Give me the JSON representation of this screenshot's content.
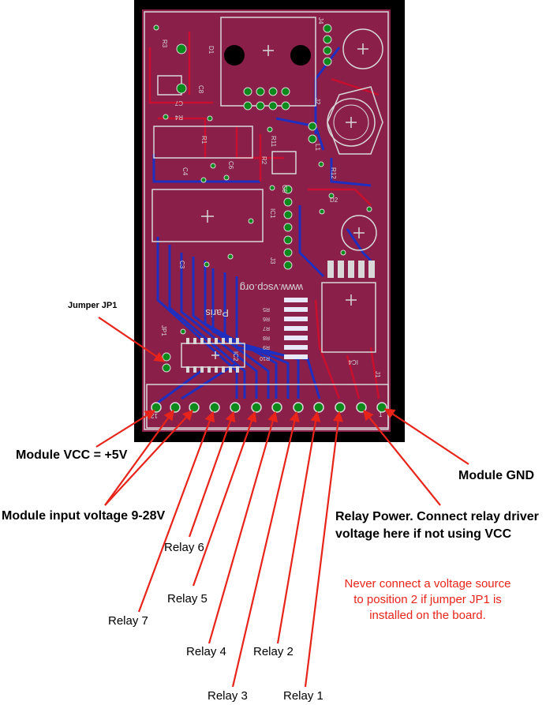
{
  "board": {
    "colors": {
      "background": "#000000",
      "copper": "#8a1f4a",
      "trace_red": "#c8102e",
      "trace_blue": "#1f2fbf",
      "silk": "#d8d8d8",
      "via": "#0c8a1c",
      "annotation": "#e8241a"
    },
    "silkscreen": {
      "url": "www.vscp.org",
      "paris": "Paris",
      "refs": [
        "D1",
        "R3",
        "C7",
        "C8",
        "R4",
        "R1",
        "R11",
        "C4",
        "C6",
        "R2",
        "L1",
        "R12",
        "J2",
        "J4",
        "IC1",
        "J3",
        "C3",
        "C5",
        "D2",
        "IC2",
        "IC4",
        "JP1",
        "J1",
        "R5",
        "R6",
        "R7",
        "R8",
        "R9",
        "R10"
      ],
      "pin_labels": [
        "12",
        "1"
      ]
    }
  },
  "labels": {
    "jumper": "Jumper JP1",
    "vcc": "Module VCC = +5V",
    "input": "Module input voltage 9-28V",
    "relay6": "Relay 6",
    "relay5": "Relay 5",
    "relay7": "Relay 7",
    "relay4": "Relay 4",
    "relay2": "Relay 2",
    "relay3": "Relay 3",
    "relay1": "Relay 1",
    "gnd": "Module GND",
    "relay_power_1": "Relay Power. Connect relay driver",
    "relay_power_2": "voltage here if not using VCC",
    "warning": "Never connect a voltage source\nto position 2 if jumper JP1 is\ninstalled on  the board."
  }
}
